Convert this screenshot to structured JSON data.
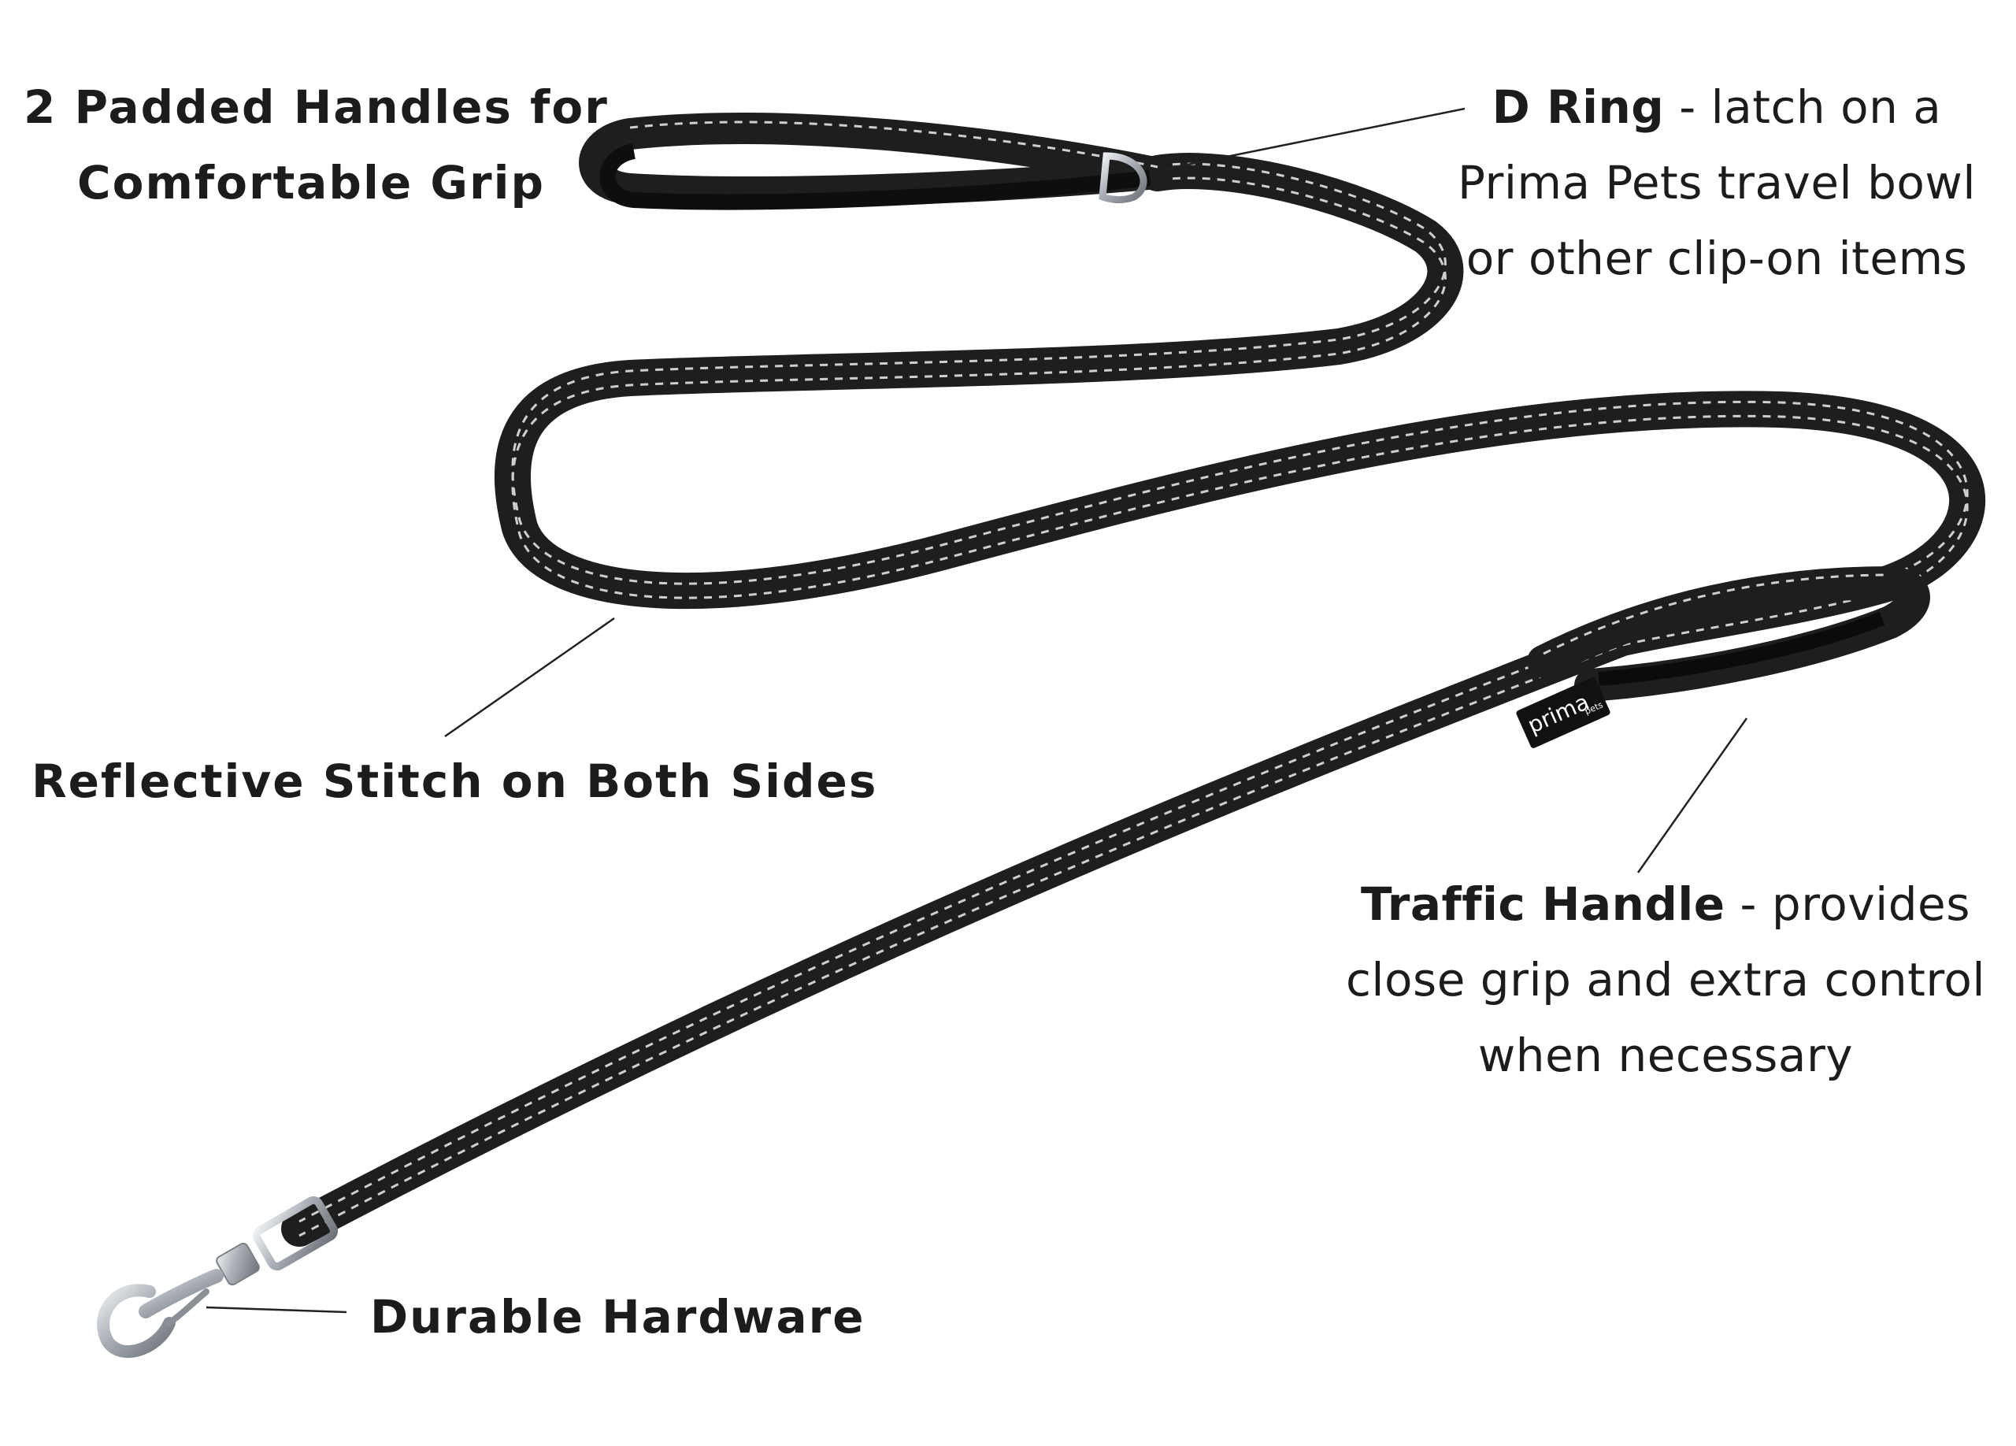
{
  "callouts": {
    "handles": {
      "line1": "2 Padded Handles for",
      "line2": "Comfortable Grip"
    },
    "d_ring": {
      "bold": "D Ring",
      "line1_rest": " - latch on a",
      "line2": "Prima Pets travel bowl",
      "line3": "or other clip-on items"
    },
    "stitch": {
      "line1": "Reflective Stitch on Both Sides"
    },
    "traffic": {
      "bold": "Traffic Handle",
      "line1_rest": " - provides",
      "line2": "close grip and extra control",
      "line3": "when necessary"
    },
    "hardware": {
      "line1": "Durable Hardware"
    }
  },
  "product": {
    "brand_tag": "prima",
    "brand_sub": "pets"
  },
  "colors": {
    "leash": "#1e1e1e",
    "stitch": "#cfcfcf",
    "metal": "#b8bcc2",
    "text": "#1c1c1c",
    "pointer": "#222222"
  }
}
